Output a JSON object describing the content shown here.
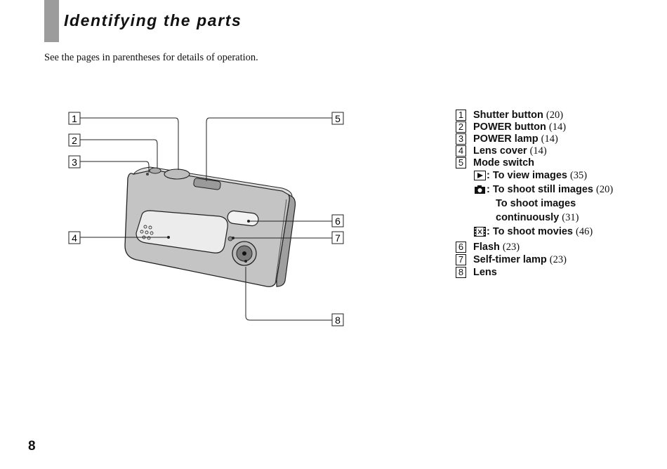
{
  "header": {
    "title": "Identifying the parts",
    "intro": "See the pages in parentheses for details of operation."
  },
  "callouts": [
    "1",
    "2",
    "3",
    "4",
    "5",
    "6",
    "7",
    "8"
  ],
  "legend": {
    "items": [
      {
        "num": "1",
        "label": "Shutter button",
        "ref": "(20)"
      },
      {
        "num": "2",
        "label": "POWER button",
        "ref": "(14)"
      },
      {
        "num": "3",
        "label": "POWER lamp",
        "ref": "(14)"
      },
      {
        "num": "4",
        "label": "Lens cover",
        "ref": "(14)"
      },
      {
        "num": "5",
        "label": "Mode switch",
        "ref": ""
      },
      {
        "num": "6",
        "label": "Flash",
        "ref": "(23)"
      },
      {
        "num": "7",
        "label": "Self-timer lamp",
        "ref": "(23)"
      },
      {
        "num": "8",
        "label": "Lens",
        "ref": ""
      }
    ],
    "mode_items": [
      {
        "icon": "playback-icon",
        "label": "To view images",
        "ref": "(35)"
      },
      {
        "icon": "camera-icon",
        "label": "To shoot still images",
        "ref": "(20)",
        "label2": "To shoot images",
        "label3": "continuously",
        "ref3": "(31)"
      },
      {
        "icon": "movie-film-icon",
        "label": "To shoot movies",
        "ref": "(46)"
      }
    ]
  },
  "footer": {
    "page_number": "8"
  }
}
